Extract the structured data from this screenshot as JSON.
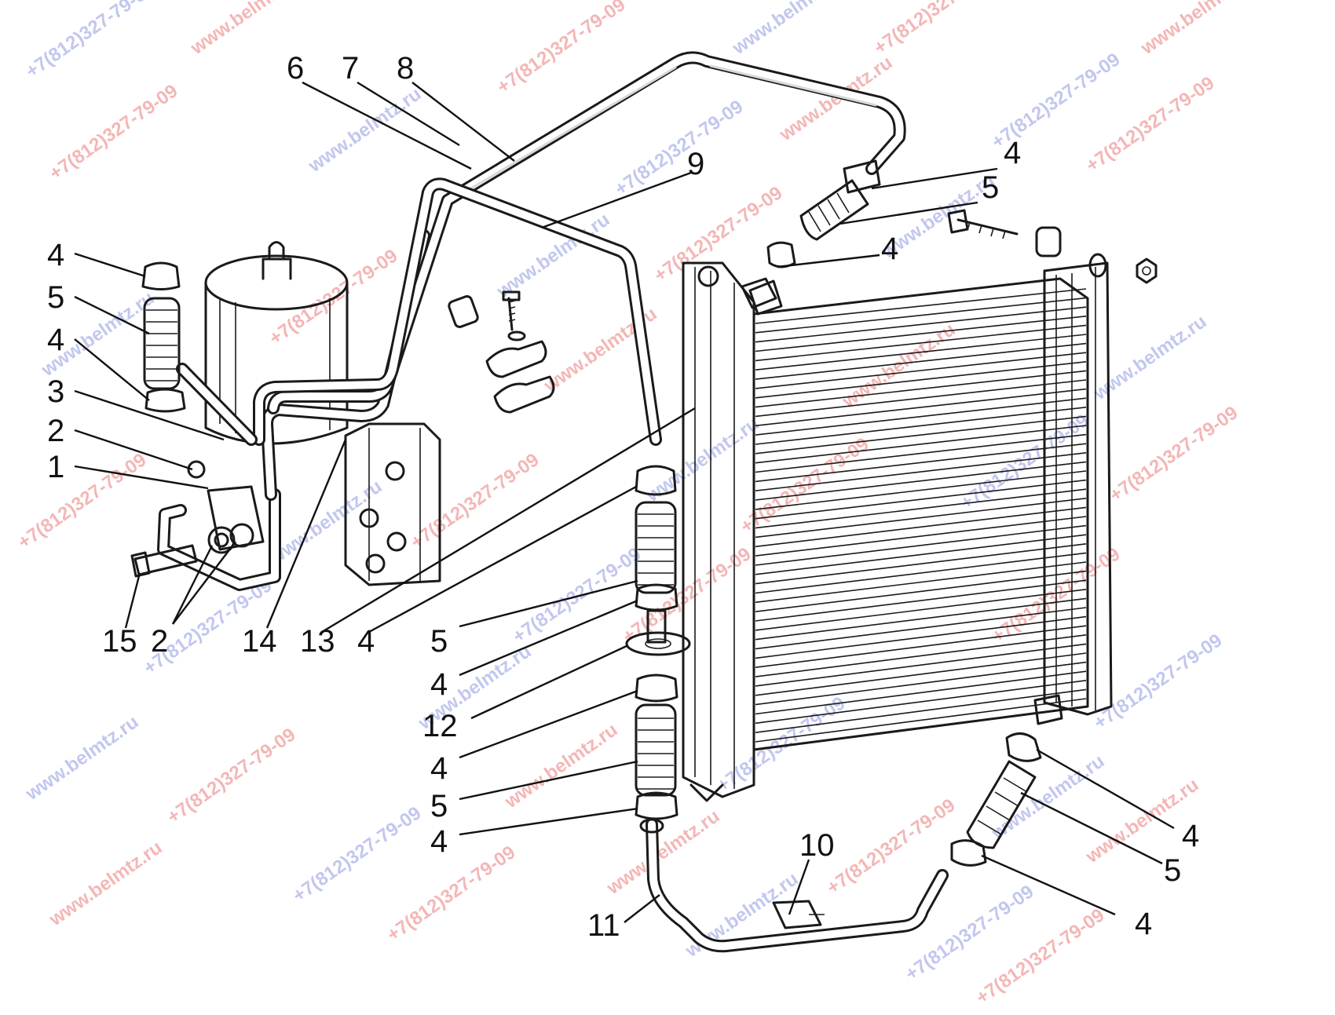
{
  "watermarks": {
    "site": "www.belmtz.ru",
    "phone": "+7(812)327-79-09"
  },
  "callouts": {
    "n1": "1",
    "n2a": "2",
    "n2b": "2",
    "n3": "3",
    "n4_left_top": "4",
    "n5_left": "5",
    "n4_left_mid": "4",
    "n6": "6",
    "n7": "7",
    "n8": "8",
    "n9": "9",
    "n4_top_right_a": "4",
    "n5_top_right": "5",
    "n4_top_right_b": "4",
    "n15": "15",
    "n14": "14",
    "n13": "13",
    "n4_bottom_a": "4",
    "n5_center_a": "5",
    "n4_center_a": "4",
    "n12": "12",
    "n4_center_b": "4",
    "n5_center_b": "5",
    "n4_center_c": "4",
    "n11": "11",
    "n10": "10",
    "n4_right_a": "4",
    "n5_right": "5",
    "n4_right_b": "4"
  },
  "colors": {
    "ink": "#1a1a1a",
    "watermark_red": "#e03030",
    "watermark_blue": "#5060d0",
    "background": "#ffffff"
  }
}
